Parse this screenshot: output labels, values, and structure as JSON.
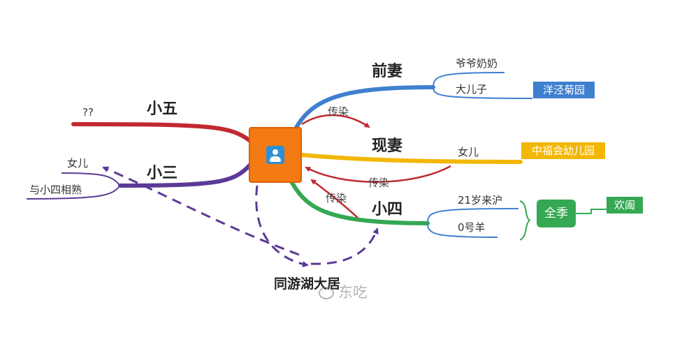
{
  "nodes": {
    "ex_wife": "前妻",
    "grandparents": "爷爷奶奶",
    "eldest_son": "大儿子",
    "current_wife": "现妻",
    "daughter": "女儿",
    "xiao_si": "小四",
    "age_origin": "21岁来沪",
    "nickname": "0号羊",
    "xiao_wu": "小五",
    "unknown": "??",
    "xiao_san": "小三",
    "xiao_san_daughter": "女儿",
    "knows_xiao_si": "与小四相熟",
    "apartment": "同游湖大居"
  },
  "edges": {
    "infect_1": "传染",
    "infect_2": "传染",
    "infect_3": "传染"
  },
  "tags": {
    "school_1": "洋泾菊园",
    "school_2": "中福会幼儿园",
    "season": "全季",
    "huanxuan": "欢阖"
  },
  "watermark": "东吃",
  "colors": {
    "blue": "#3f7fcf",
    "yellow": "#f2b705",
    "green": "#34a853",
    "red": "#c0292f",
    "purple": "#5b3a96",
    "orange": "#f47a13"
  },
  "icons": {
    "center": "person-icon",
    "watermark": "weibo-logo"
  }
}
